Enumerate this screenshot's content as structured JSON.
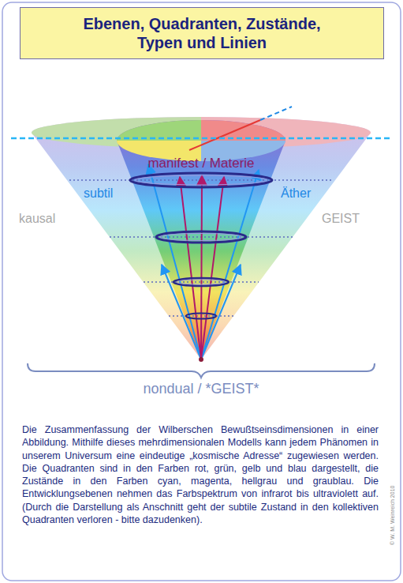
{
  "diagram": {
    "title": "Ebenen, Quadranten, Zustände, Typen und Linien",
    "caption": "Die Zusammenfassung der Wilberschen Bewußtseinsdimensionen in einer Abbildung. Mithilfe dieses mehrdimensionalen Modells kann jedem Phänomen in unserem Universum eine eindeutige „kosmische Adresse“ zugewiesen werden. Die Quadranten sind in den Farben rot, grün, gelb und blau dargestellt, die Zustände in den Farben cyan, magenta, hellgrau und graublau. Die Entwicklungsebenen nehmen das Farbspektrum von infrarot bis ultraviolett auf. (Durch die Darstellung als Anschnitt geht der subtile Zustand in den kollektiven Quadranten verloren - bitte dazudenken).",
    "labels": [
      "manifest / Materie",
      "subtil",
      "Äther",
      "kausal",
      "GEIST",
      "nondual / *GEIST*",
      "© W. M. Weinreich 2010"
    ]
  }
}
